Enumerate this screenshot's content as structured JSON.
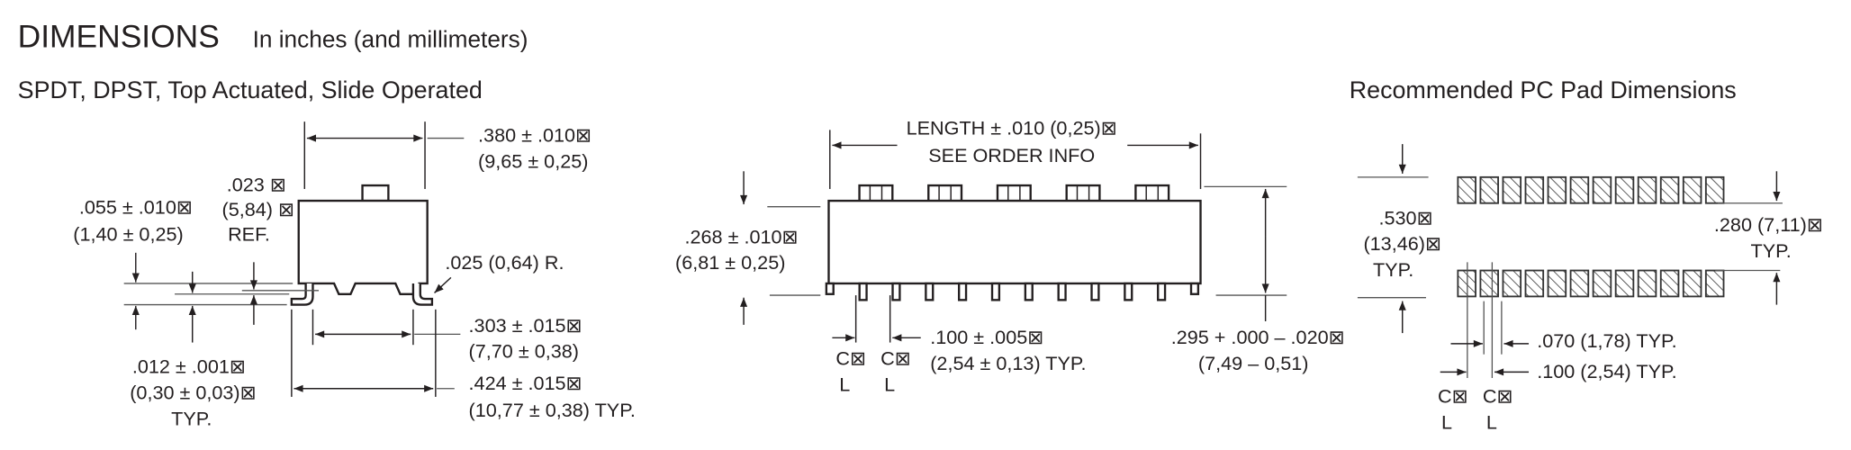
{
  "header": {
    "title": "DIMENSIONS",
    "subtitle": "In inches (and millimeters)"
  },
  "side_view": {
    "title": "SPDT, DPST, Top Actuated, Slide Operated",
    "width": [
      ".380 ± .010⊠",
      "(9,65 ± 0,25)"
    ],
    "actuator_height": [
      ".023 ⊠",
      "(5,84) ⊠",
      "REF."
    ],
    "standoff": [
      ".055 ± .010⊠",
      "(1,40 ± 0,25)"
    ],
    "radius": ".025 (0,64) R.",
    "lead_inner": [
      ".303 ± .015⊠",
      "(7,70 ± 0,38)"
    ],
    "lead_outer": [
      ".424 ± .015⊠",
      "(10,77 ± 0,38) TYP."
    ],
    "lead_thickness": [
      ".012 ± .001⊠",
      "(0,30 ± 0,03)⊠",
      "TYP."
    ]
  },
  "front_view": {
    "length": [
      "LENGTH ± .010 (0,25)⊠",
      "SEE ORDER INFO"
    ],
    "body_height": [
      ".268 ± .010⊠",
      "(6,81 ± 0,25)"
    ],
    "overall_height": [
      ".295 + .000 – .020⊠",
      "(7,49 – 0,51)"
    ],
    "pitch": [
      ".100 ± .005⊠",
      "(2,54 ± 0,13) TYP."
    ],
    "centerline": [
      "C⊠",
      "L",
      "C⊠",
      "L"
    ],
    "actuator_count": 5,
    "pin_count": 12
  },
  "pad_view": {
    "title": "Recommended PC Pad Dimensions",
    "row_span": [
      ".530⊠",
      "(13,46)⊠",
      "TYP."
    ],
    "row_gap": [
      ".280 (7,11)⊠",
      "TYP."
    ],
    "pad_width": ".070 (1,78) TYP.",
    "pad_pitch": ".100 (2,54) TYP.",
    "centerline": [
      "C⊠",
      "L",
      "C⊠",
      "L"
    ],
    "pads_per_row": 12
  }
}
